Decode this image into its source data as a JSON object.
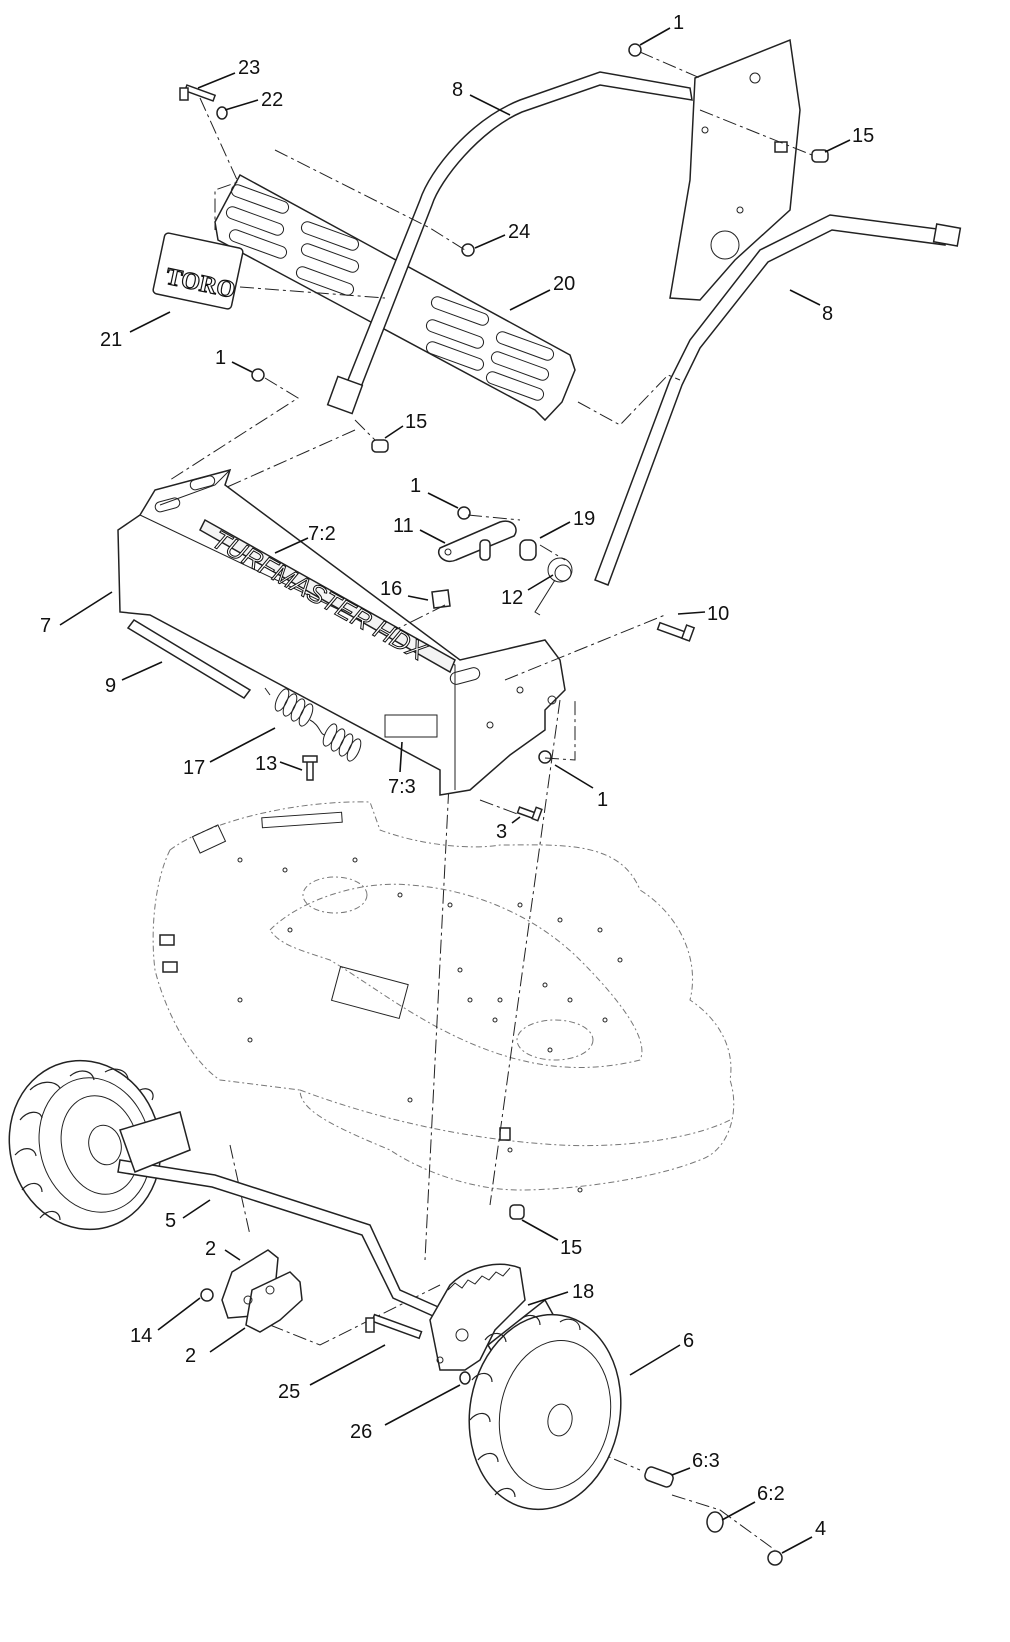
{
  "callouts": [
    {
      "id": "c1a",
      "text": "1"
    },
    {
      "id": "c23",
      "text": "23"
    },
    {
      "id": "c22",
      "text": "22"
    },
    {
      "id": "c8a",
      "text": "8"
    },
    {
      "id": "c15a",
      "text": "15"
    },
    {
      "id": "c24",
      "text": "24"
    },
    {
      "id": "c20",
      "text": "20"
    },
    {
      "id": "c8b",
      "text": "8"
    },
    {
      "id": "c21",
      "text": "21"
    },
    {
      "id": "c1b",
      "text": "1"
    },
    {
      "id": "c15b",
      "text": "15"
    },
    {
      "id": "c1c",
      "text": "1"
    },
    {
      "id": "c19",
      "text": "19"
    },
    {
      "id": "c11",
      "text": "11"
    },
    {
      "id": "c72",
      "text": "7:2"
    },
    {
      "id": "c16",
      "text": "16"
    },
    {
      "id": "c12",
      "text": "12"
    },
    {
      "id": "c7",
      "text": "7"
    },
    {
      "id": "c10",
      "text": "10"
    },
    {
      "id": "c9",
      "text": "9"
    },
    {
      "id": "c17",
      "text": "17"
    },
    {
      "id": "c13",
      "text": "13"
    },
    {
      "id": "c73",
      "text": "7:3"
    },
    {
      "id": "c1d",
      "text": "1"
    },
    {
      "id": "c3",
      "text": "3"
    },
    {
      "id": "c5",
      "text": "5"
    },
    {
      "id": "c15c",
      "text": "15"
    },
    {
      "id": "c2a",
      "text": "2"
    },
    {
      "id": "c18",
      "text": "18"
    },
    {
      "id": "c14",
      "text": "14"
    },
    {
      "id": "c2b",
      "text": "2"
    },
    {
      "id": "c6",
      "text": "6"
    },
    {
      "id": "c25",
      "text": "25"
    },
    {
      "id": "c26",
      "text": "26"
    },
    {
      "id": "c63",
      "text": "6:3"
    },
    {
      "id": "c62",
      "text": "6:2"
    },
    {
      "id": "c4",
      "text": "4"
    }
  ],
  "decals": {
    "brand": "TORO",
    "model": "TURFMASTER HDX"
  }
}
